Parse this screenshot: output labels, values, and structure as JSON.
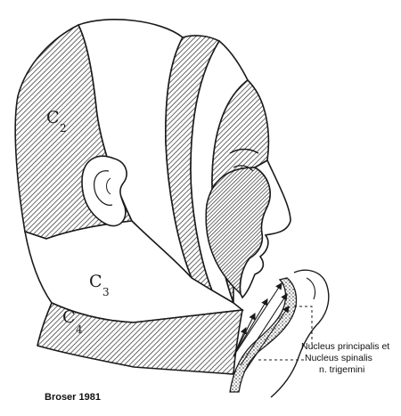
{
  "segments": {
    "c2": {
      "letter": "C",
      "sub": "2"
    },
    "c3": {
      "letter": "C",
      "sub": "3"
    },
    "c4": {
      "letter": "C",
      "sub": "4"
    }
  },
  "annotation": {
    "line1": "Nucleus principalis et",
    "line2": "Nucleus spinalis",
    "line3": "n. trigemini"
  },
  "credit": "Broser 1981",
  "colors": {
    "ink": "#1a1a1a",
    "hatch": "#2b2b2b",
    "background": "#ffffff"
  }
}
